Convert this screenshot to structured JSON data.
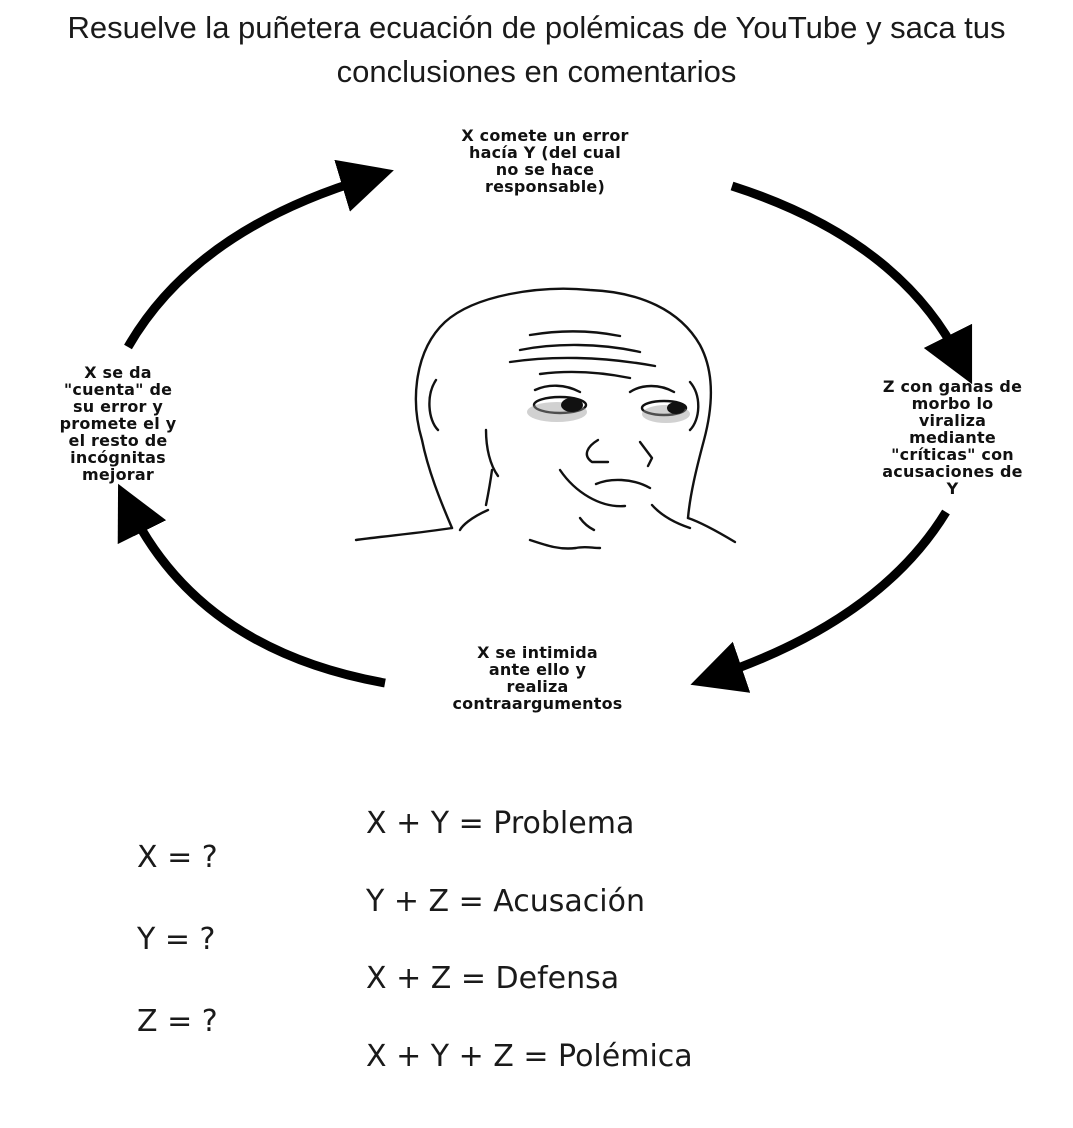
{
  "title": {
    "line1": "Resuelve la puñetera ecuación de polémicas de YouTube y saca tus",
    "line2": "conclusiones en comentarios"
  },
  "diagram": {
    "top": [
      "X comete un error",
      "hacía Y (del cual",
      "no se hace",
      "responsable)"
    ],
    "right": [
      "Z con ganas de",
      "morbo lo",
      "viraliza",
      "mediante",
      "\"críticas\" con",
      "acusaciones de",
      "Y"
    ],
    "bottom": [
      "X se intimida",
      "ante ello y",
      "realiza",
      "contraargumentos"
    ],
    "left": [
      "X se da",
      "\"cuenta\" de",
      "su error y",
      "promete el y",
      "el resto de",
      "incógnitas",
      "mejorar"
    ],
    "center_image": "sad-wojak-face"
  },
  "unknowns": [
    "X = ?",
    "Y = ?",
    "Z = ?"
  ],
  "equations": [
    "X + Y = Problema",
    "Y + Z = Acusación",
    "X + Z = Defensa",
    "X + Y + Z = Polémica"
  ]
}
